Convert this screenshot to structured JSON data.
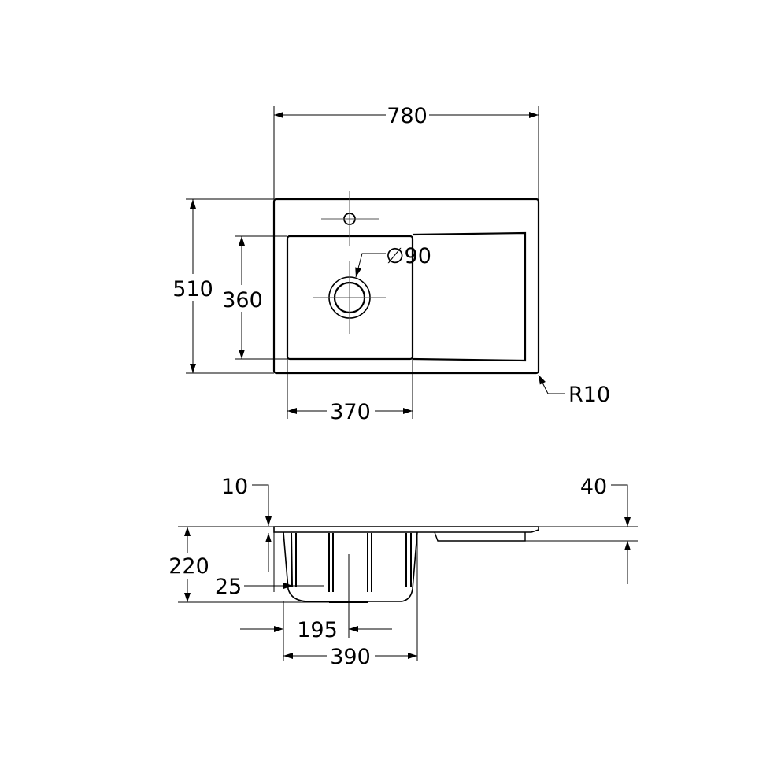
{
  "top_view": {
    "overall_width": "780",
    "overall_depth": "510",
    "bowl_depth": "360",
    "bowl_width": "370",
    "drain_diameter": "∅90",
    "corner_radius": "R10"
  },
  "side_view": {
    "rim_thickness": "10",
    "drainboard_depth": "40",
    "bowl_height": "220",
    "bowl_offset": "25",
    "drain_offset": "195",
    "bowl_width": "390"
  }
}
